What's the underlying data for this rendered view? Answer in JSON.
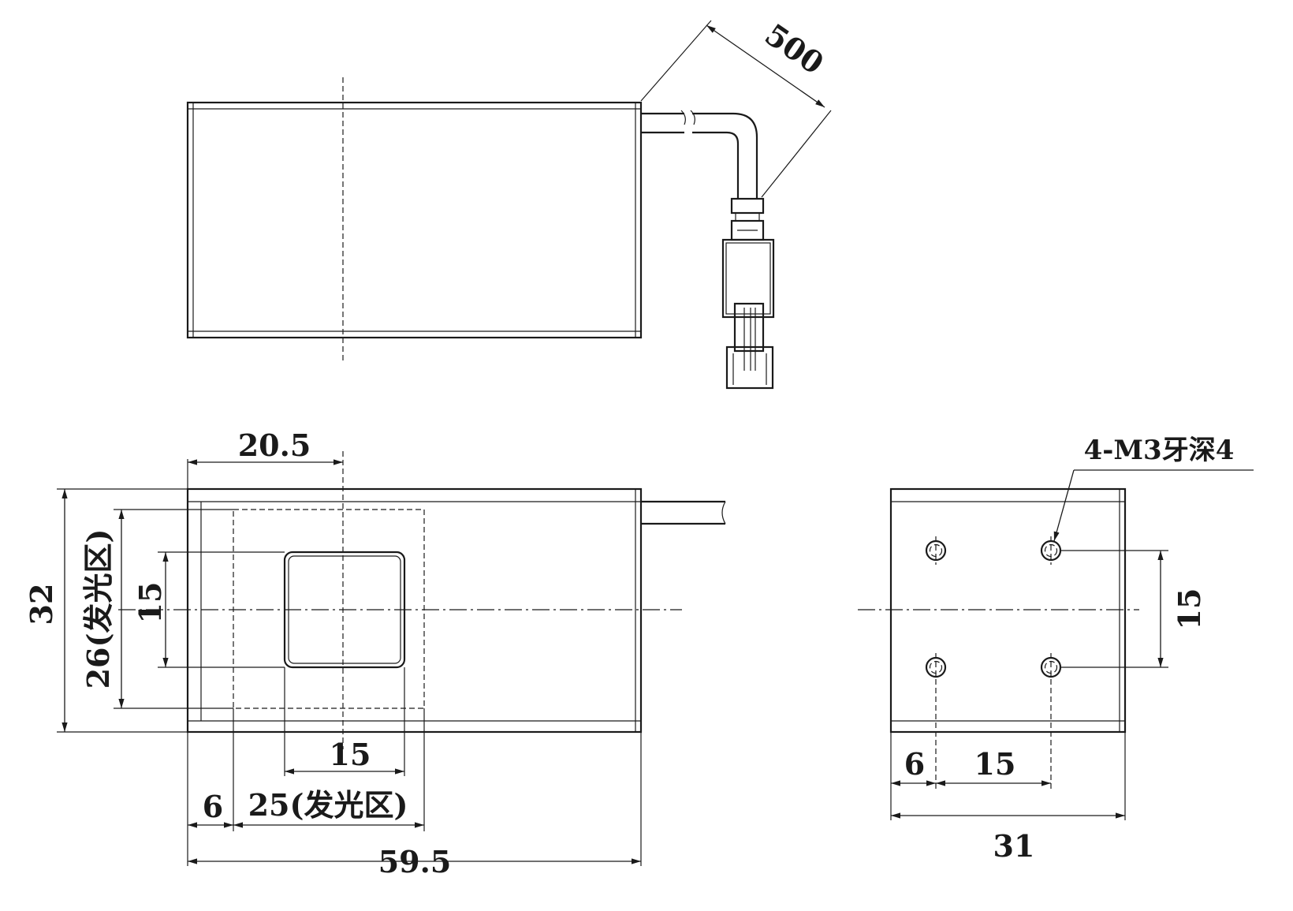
{
  "dimensions": {
    "cable_length": "500",
    "center_offset": "20.5",
    "height": "32",
    "emitting_height": "26(发光区)",
    "window_height": "15",
    "window_width": "15",
    "emitting_offset": "6",
    "emitting_width": "25(发光区)",
    "total_length": "59.5",
    "hole_spacing_vertical": "15",
    "hole_edge_offset": "6",
    "hole_spacing_horizontal": "15",
    "end_width": "31"
  },
  "notes": {
    "thread_spec": "4-M3牙深4"
  }
}
